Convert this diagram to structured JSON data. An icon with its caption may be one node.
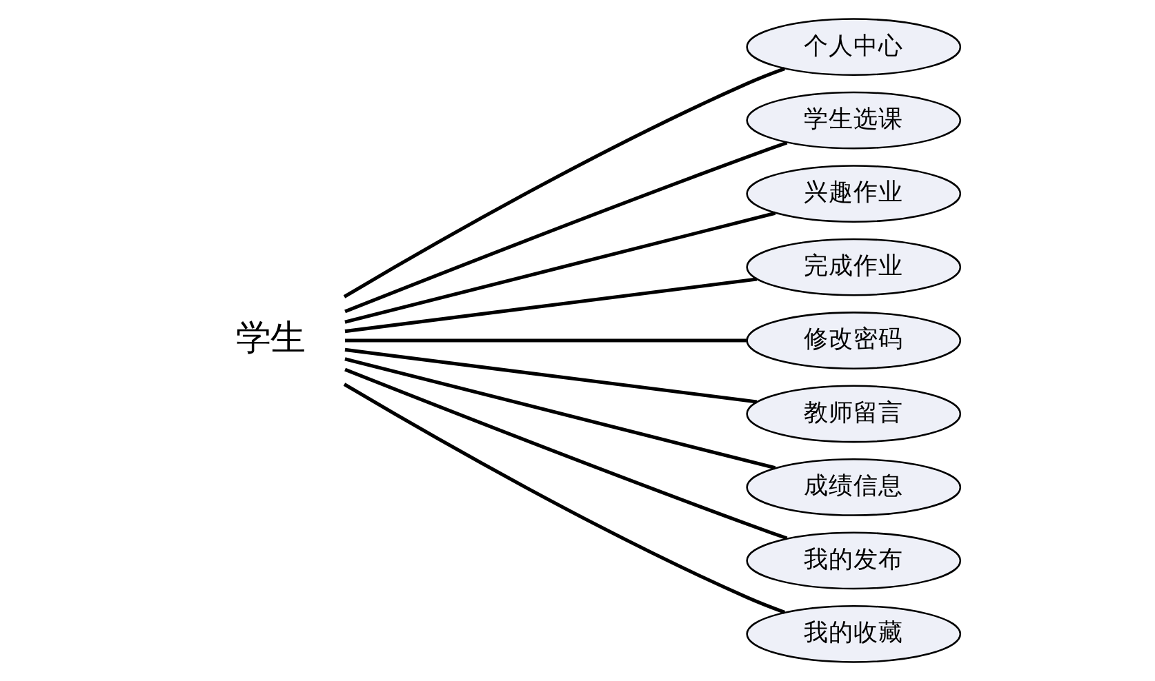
{
  "diagram": {
    "nodes": [
      {
        "text": [
          "学生"
        ]
      },
      {
        "text": [
          "个人中心"
        ]
      },
      {
        "text": [
          "学生选课"
        ]
      },
      {
        "text": [
          "兴趣作业"
        ]
      },
      {
        "text": [
          "完成作业"
        ]
      },
      {
        "text": [
          "修改密码"
        ]
      },
      {
        "text": [
          "教师留言"
        ]
      },
      {
        "text": [
          "成绩信息"
        ]
      },
      {
        "text": [
          "我的发布"
        ]
      },
      {
        "text": [
          "我的收藏"
        ]
      }
    ],
    "edges": [
      {
        "from": 0,
        "to": 1,
        "arrow": "none"
      },
      {
        "from": 0,
        "to": 2,
        "arrow": "none"
      },
      {
        "from": 0,
        "to": 3,
        "arrow": "none"
      },
      {
        "from": 0,
        "to": 4,
        "arrow": "none"
      },
      {
        "from": 0,
        "to": 5,
        "arrow": "none"
      },
      {
        "from": 0,
        "to": 6,
        "arrow": "none"
      },
      {
        "from": 0,
        "to": 7,
        "arrow": "none"
      },
      {
        "from": 0,
        "to": 8,
        "arrow": "none"
      },
      {
        "from": 0,
        "to": 9,
        "arrow": "none"
      }
    ]
  }
}
